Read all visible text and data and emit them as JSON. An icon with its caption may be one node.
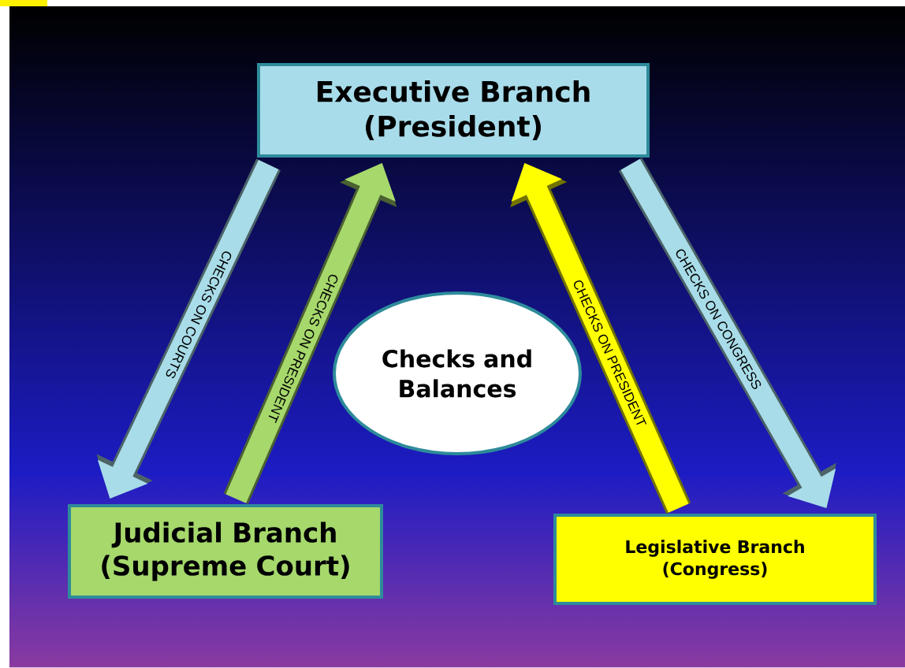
{
  "diagram": {
    "nodes": [
      {
        "text": [
          "Executive Branch (President)"
        ]
      },
      {
        "text": [
          "Judicial Branch (Supreme Court)"
        ]
      },
      {
        "text": [
          "Legislative Branch (Congress)"
        ]
      },
      {
        "text": [
          "Checks and Balances"
        ]
      }
    ],
    "edges": [
      {
        "from": 0,
        "to": 1,
        "arrow": "to",
        "label": "CHECKS ON COURTS",
        "color": "#a8dce8"
      },
      {
        "from": 1,
        "to": 0,
        "arrow": "to",
        "label": "CHECKS ON PRESIDENT",
        "color": "#a6d86c"
      },
      {
        "from": 2,
        "to": 0,
        "arrow": "to",
        "label": "CHECKS ON PRESIDENT",
        "color": "#ffff00"
      },
      {
        "from": 0,
        "to": 2,
        "arrow": "to",
        "label": "CHECKS ON CONGRESS",
        "color": "#a8dce8"
      }
    ]
  }
}
